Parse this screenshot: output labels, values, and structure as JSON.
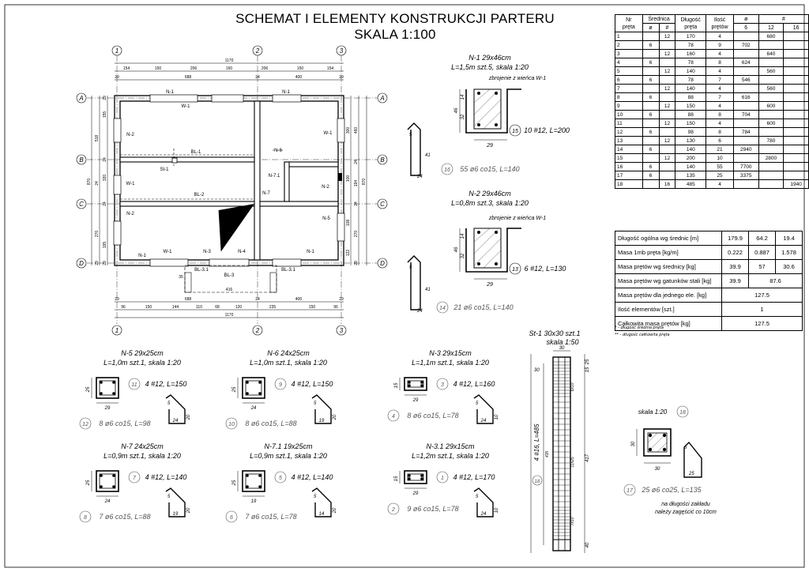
{
  "title_line1": "SCHEMAT I ELEMENTY KONSTRUKCJI PARTERU",
  "title_line2": "SKALA 1:100",
  "axes": {
    "cols": [
      "1",
      "2",
      "3"
    ],
    "rows": [
      "A",
      "B",
      "C",
      "D"
    ]
  },
  "plan_dims": {
    "overall": "1170",
    "top_chain": [
      "154",
      "150",
      "206",
      "150",
      "206",
      "150",
      "154"
    ],
    "top_sub": [
      "29",
      "688",
      "24",
      "400",
      "29"
    ],
    "bottom_sub": [
      "29",
      "688",
      "24",
      "400",
      "29"
    ],
    "bottom_chain": [
      "96",
      "150",
      "144",
      "110",
      "68",
      "120",
      "235",
      "150",
      "96"
    ],
    "left_outer": [
      "870"
    ],
    "left_mid": [
      "518",
      "24",
      "270",
      "29"
    ],
    "left_inner": [
      "29",
      "155",
      "320",
      "24",
      "24",
      "195",
      "29"
    ],
    "right_outer": [
      "870"
    ],
    "right_mid": [
      "460",
      "24",
      "194",
      "24",
      "270",
      "29"
    ],
    "right_inner": [
      "300",
      "100",
      "108",
      "122"
    ],
    "porch": [
      "416",
      "35"
    ]
  },
  "plan_labels": [
    "N-1",
    "N-1",
    "W-1",
    "W-1",
    "N-2",
    "BL-1",
    "N-6",
    "N-7.1",
    "St-1",
    "W-1",
    "BL-2",
    "N-2",
    "N-7",
    "N-2",
    "N-5",
    "N-1",
    "W-1",
    "N-3",
    "N-4",
    "N-1",
    "BL-3.1",
    "BL-3",
    "BL-3.1"
  ],
  "section_n1": {
    "title": "N-1 29x46cm",
    "sub": "L=1,5m szt.5, skala 1:20",
    "note": "zbrojenie z wieńca W-1",
    "bar_main_no": "15",
    "bar_main": "10 #12, L=200",
    "bar_stir_no": "16",
    "bar_stir": "55 ø6 co15, L=140",
    "h1": "46",
    "h2": "14",
    "h3": "32",
    "w": "29",
    "s1": "5",
    "s2": "41",
    "s3": "24"
  },
  "section_n2": {
    "title": "N-2 29x46cm",
    "sub": "L=0,8m szt.3, skala 1:20",
    "note": "zbrojenie z wieńca W-1",
    "bar_main_no": "13",
    "bar_main": "6 #12, L=130",
    "bar_stir_no": "14",
    "bar_stir": "21 ø6 co15, L=140",
    "h1": "46",
    "h2": "14",
    "h3": "32",
    "w": "29",
    "s1": "5",
    "s2": "41",
    "s3": "24"
  },
  "small_sections": [
    {
      "title": "N-5 29x25cm",
      "sub": "L=1,0m szt.1, skala 1:20",
      "main_no": "11",
      "main": "4 #12, L=150",
      "stir_no": "12",
      "stir": "8 ø6 co15, L=98",
      "h": "25",
      "w": "29",
      "sa": "5",
      "sb": "20",
      "sc": "24"
    },
    {
      "title": "N-6 24x25cm",
      "sub": "L=1,0m szt.1, skala 1:20",
      "main_no": "9",
      "main": "4 #12, L=150",
      "stir_no": "10",
      "stir": "8 ø6 co15, L=88",
      "h": "25",
      "w": "24",
      "sa": "5",
      "sb": "20",
      "sc": "19"
    },
    {
      "title": "N-3 29x15cm",
      "sub": "L=1,1m szt.1, skala 1:20",
      "main_no": "3",
      "main": "4 #12, L=160",
      "stir_no": "4",
      "stir": "8 ø6 co15, L=78",
      "h": "15",
      "w": "29",
      "sa": "5",
      "sb": "10",
      "sc": "24"
    },
    {
      "title": "N-7 24x25cm",
      "sub": "L=0,9m szt.1, skala 1:20",
      "main_no": "7",
      "main": "4 #12, L=140",
      "stir_no": "8",
      "stir": "7 ø6 co15, L=88",
      "h": "25",
      "w": "24",
      "sa": "5",
      "sb": "20",
      "sc": "19"
    },
    {
      "title": "N-7.1 19x25cm",
      "sub": "L=0,9m szt.1, skala 1:20",
      "main_no": "5",
      "main": "4 #12, L=140",
      "stir_no": "6",
      "stir": "7 ø6 co15, L=78",
      "h": "25",
      "w": "19",
      "sa": "5",
      "sb": "20",
      "sc": "14"
    },
    {
      "title": "N-3.1 29x15cm",
      "sub": "L=1,2m szt.1, skala 1:20",
      "main_no": "1",
      "main": "4 #12, L=170",
      "stir_no": "2",
      "stir": "9 ø6 co15, L=78",
      "h": "15",
      "w": "29",
      "sa": "5",
      "sb": "10",
      "sc": "24"
    }
  ],
  "column_st1": {
    "title": "St-1 30x30 szt.1",
    "sub": "skala 1:50",
    "bar_no": "18",
    "bar": "4 #16, L=485",
    "d30": "30",
    "d25a": "25",
    "d15": "15",
    "d417": "417",
    "d40": "40",
    "d30b": "30",
    "s6x10": "6x10",
    "s11x25": "11x25",
    "s7x10": "7x10",
    "l435": "435"
  },
  "st1_section": {
    "title": "skala 1:20",
    "no": "18",
    "stir_no": "17",
    "stir": "25 ø6 co25, L=135",
    "note1": "na długości zakładu",
    "note2": "należy zagęścić co 10cm",
    "h": "30",
    "w": "30",
    "sa": "5",
    "sb": "25"
  },
  "table": {
    "headers": {
      "nr": "Nr",
      "preta": "pręta",
      "srednica": "Średnica",
      "sr_phi": "ø",
      "sr_hash": "#",
      "dl1": "Długość",
      "dl2": "pręta",
      "il1": "Ilość",
      "il2": "prętów",
      "phi": "ø",
      "hash": "#",
      "d6": "6",
      "d12": "12",
      "d16": "16"
    },
    "rows": [
      [
        "1",
        "",
        "12",
        "170",
        "4",
        "",
        "680",
        ""
      ],
      [
        "2",
        "6",
        "",
        "78",
        "9",
        "702",
        "",
        ""
      ],
      [
        "3",
        "",
        "12",
        "160",
        "4",
        "",
        "640",
        ""
      ],
      [
        "4",
        "6",
        "",
        "78",
        "8",
        "624",
        "",
        ""
      ],
      [
        "5",
        "",
        "12",
        "140",
        "4",
        "",
        "560",
        ""
      ],
      [
        "6",
        "6",
        "",
        "78",
        "7",
        "546",
        "",
        ""
      ],
      [
        "7",
        "",
        "12",
        "140",
        "4",
        "",
        "560",
        ""
      ],
      [
        "8",
        "6",
        "",
        "88",
        "7",
        "616",
        "",
        ""
      ],
      [
        "9",
        "",
        "12",
        "150",
        "4",
        "",
        "600",
        ""
      ],
      [
        "10",
        "6",
        "",
        "88",
        "8",
        "704",
        "",
        ""
      ],
      [
        "11",
        "",
        "12",
        "150",
        "4",
        "",
        "600",
        ""
      ],
      [
        "12",
        "6",
        "",
        "98",
        "8",
        "784",
        "",
        ""
      ],
      [
        "13",
        "",
        "12",
        "130",
        "6",
        "",
        "780",
        ""
      ],
      [
        "14",
        "6",
        "",
        "140",
        "21",
        "2940",
        "",
        ""
      ],
      [
        "15",
        "",
        "12",
        "200",
        "10",
        "",
        "2800",
        ""
      ],
      [
        "16",
        "6",
        "",
        "140",
        "55",
        "7700",
        "",
        ""
      ],
      [
        "17",
        "6",
        "",
        "135",
        "25",
        "3375",
        "",
        ""
      ],
      [
        "18",
        "",
        "16",
        "485",
        "4",
        "",
        "",
        "1940"
      ]
    ],
    "summary": [
      {
        "label": "Długość ogólna wg średnic [m]",
        "v": [
          "179.9",
          "64.2",
          "19.4"
        ]
      },
      {
        "label": "Masa 1mb pręta [kg/m]",
        "v": [
          "0.222",
          "0.887",
          "1.578"
        ]
      },
      {
        "label": "Masa prętów wg średnicy [kg]",
        "v": [
          "39.9",
          "57",
          "30.6"
        ]
      },
      {
        "label": "Masa prętów wg gatunków stali [kg]",
        "v": [
          "39.9",
          "87.6"
        ]
      },
      {
        "label": "Masa prętów dla jednego ele. [kg]",
        "v": [
          "127.5"
        ]
      },
      {
        "label": "Ilość elementów [szt.]",
        "v": [
          "1"
        ]
      },
      {
        "label": "Całkowita masa prętów [kg]",
        "v": [
          "127.5"
        ]
      }
    ],
    "foot1": "* - długość średnia pręta",
    "foot2": "** - długość całkowita pręta"
  }
}
